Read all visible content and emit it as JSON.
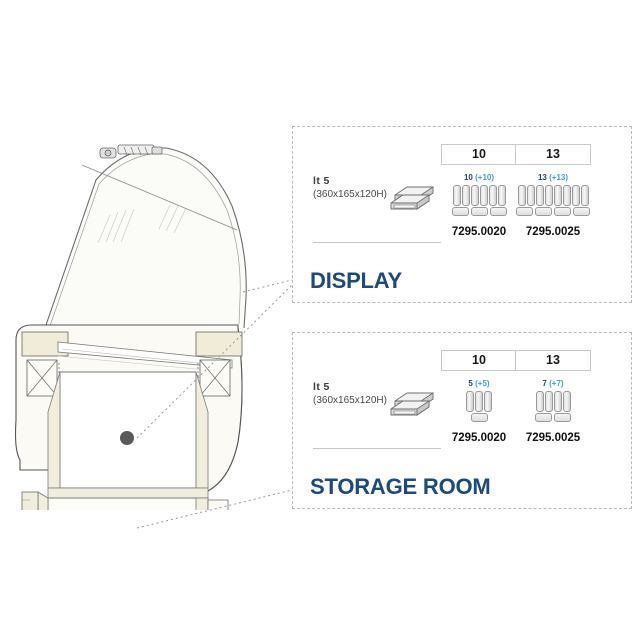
{
  "product": {
    "type": "ice-cream-display-case-cross-section",
    "description": "Side cross-section view of refrigerated gelato display case with curved glass canopy, display compartment, storage compartment and castors"
  },
  "panels": [
    {
      "id": "display",
      "title": "DISPLAY",
      "pan": {
        "capacity": "lt  5",
        "dimensions": "(360x165x120H)"
      },
      "columns": [
        {
          "header": "10",
          "sub_count": "10",
          "sub_extra": "(+10)",
          "code": "7295.0020",
          "trays_vertical": 6,
          "trays_horizontal": 3
        },
        {
          "header": "13",
          "sub_count": "13",
          "sub_extra": "(+13)",
          "code": "7295.0025",
          "trays_vertical": 8,
          "trays_horizontal": 4
        }
      ]
    },
    {
      "id": "storage",
      "title": "STORAGE ROOM",
      "pan": {
        "capacity": "lt  5",
        "dimensions": "(360x165x120H)"
      },
      "columns": [
        {
          "header": "10",
          "sub_count": "5",
          "sub_extra": "(+5)",
          "code": "7295.0020",
          "trays_vertical": 3,
          "trays_horizontal": 1
        },
        {
          "header": "13",
          "sub_count": "7",
          "sub_extra": "(+7)",
          "code": "7295.0025",
          "trays_vertical": 4,
          "trays_horizontal": 2
        }
      ]
    }
  ],
  "colors": {
    "title_blue": "#1b4a7d",
    "sub_blue": "#23456e",
    "accent_cyan": "#3f9fd4",
    "body_cream": "#f2eedd",
    "outline": "#4a4a4a",
    "panel_border": "#b9b9b9"
  }
}
